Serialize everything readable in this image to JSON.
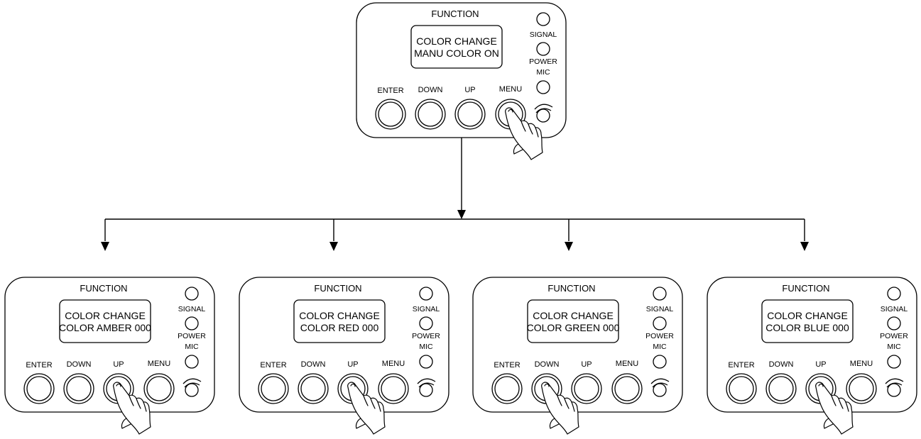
{
  "panels": [
    {
      "title": "FUNCTION",
      "display_line1": "COLOR CHANGE",
      "display_line2": "MANU COLOR ON",
      "buttons": [
        "ENTER",
        "DOWN",
        "UP",
        "MENU"
      ],
      "indicators": [
        "SIGNAL",
        "POWER",
        "MIC"
      ],
      "pressed_button": "MENU"
    },
    {
      "title": "FUNCTION",
      "display_line1": "COLOR CHANGE",
      "display_line2": "COLOR AMBER 000",
      "buttons": [
        "ENTER",
        "DOWN",
        "UP",
        "MENU"
      ],
      "indicators": [
        "SIGNAL",
        "POWER",
        "MIC"
      ],
      "pressed_button": "UP"
    },
    {
      "title": "FUNCTION",
      "display_line1": "COLOR CHANGE",
      "display_line2": "COLOR RED 000",
      "buttons": [
        "ENTER",
        "DOWN",
        "UP",
        "MENU"
      ],
      "indicators": [
        "SIGNAL",
        "POWER",
        "MIC"
      ],
      "pressed_button": "UP"
    },
    {
      "title": "FUNCTION",
      "display_line1": "COLOR CHANGE",
      "display_line2": "COLOR GREEN 000",
      "buttons": [
        "ENTER",
        "DOWN",
        "UP",
        "MENU"
      ],
      "indicators": [
        "SIGNAL",
        "POWER",
        "MIC"
      ],
      "pressed_button": "DOWN"
    },
    {
      "title": "FUNCTION",
      "display_line1": "COLOR CHANGE",
      "display_line2": "COLOR BLUE 000",
      "buttons": [
        "ENTER",
        "DOWN",
        "UP",
        "MENU"
      ],
      "indicators": [
        "SIGNAL",
        "POWER",
        "MIC"
      ],
      "pressed_button": "UP"
    }
  ],
  "flow": {
    "from": 0,
    "to": [
      1,
      2,
      3,
      4
    ]
  },
  "colors": {
    "line": "#000000",
    "background": "#ffffff"
  }
}
